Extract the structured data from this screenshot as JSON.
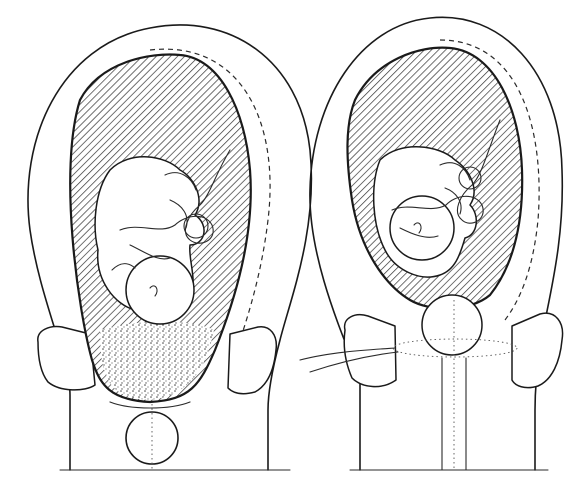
{
  "figure": {
    "panels": [
      {
        "id": "left",
        "description_icon": "uterus-with-fetus-and-placenta-previa"
      },
      {
        "id": "right",
        "description_icon": "uterus-with-fetus-and-cervical-cerclage"
      }
    ],
    "colors": {
      "ink": "#1a1a1a",
      "background": "#ffffff"
    }
  }
}
